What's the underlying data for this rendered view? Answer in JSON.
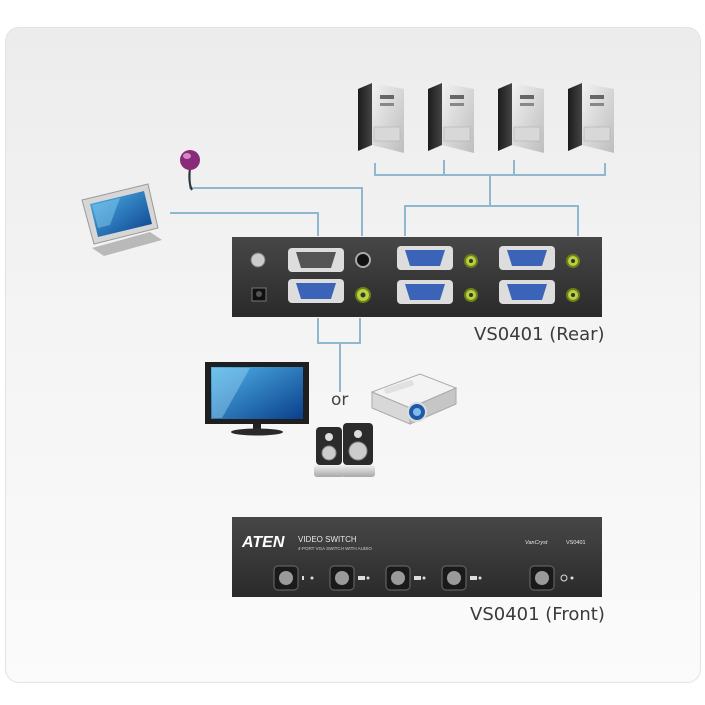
{
  "labels": {
    "rear_caption": "VS0401 (Rear)",
    "front_caption": "VS0401 (Front)",
    "or": "or"
  },
  "front_panel": {
    "brand": "ATEN",
    "product_line": "VIDEO SWITCH",
    "subtitle": "4-PORT VGA SWITCH WITH AUDIO",
    "series": "VanCryst",
    "model": "VS0401"
  },
  "colors": {
    "cable": "#8fb8cf",
    "device_body": "#3a3a3a",
    "vga_port": "#3b64b8",
    "audio_jack": "#b7d23a"
  },
  "icons": {
    "computers": [
      "tower-pc-icon",
      "tower-pc-icon",
      "tower-pc-icon",
      "tower-pc-icon"
    ],
    "monitor": "lcd-monitor-icon",
    "microphone": "microphone-icon",
    "tv": "flat-tv-icon",
    "projector": "projector-icon",
    "speakers": "speakers-icon"
  }
}
